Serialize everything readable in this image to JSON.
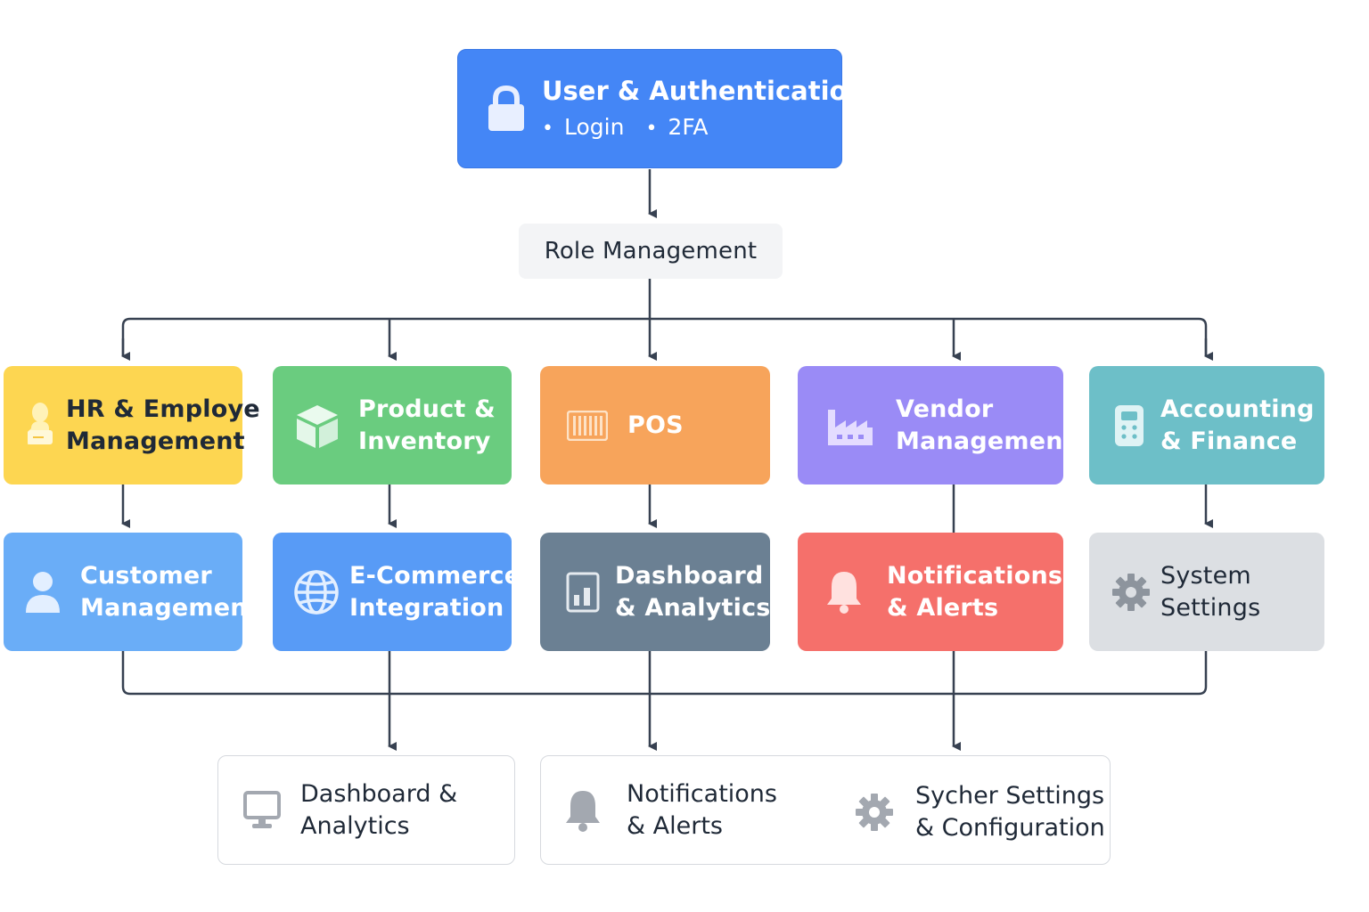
{
  "top": {
    "title": "User & Authentication",
    "bullets": [
      "Login",
      "2FA"
    ],
    "bullet_glyph": "•"
  },
  "role": {
    "label": "Role Management"
  },
  "modules_row1": [
    {
      "id": "hr",
      "lines": [
        "HR & Employe",
        "Management"
      ],
      "icon": "employee-icon",
      "color": "#fdd651"
    },
    {
      "id": "product",
      "lines": [
        "Product &",
        "Inventory"
      ],
      "icon": "box-icon",
      "color": "#6acc7f"
    },
    {
      "id": "pos",
      "lines": [
        "POS"
      ],
      "icon": "barcode-icon",
      "color": "#f7a45b"
    },
    {
      "id": "vendor",
      "lines": [
        "Vendor",
        "Management"
      ],
      "icon": "factory-icon",
      "color": "#9a8bf6"
    },
    {
      "id": "accounting",
      "lines": [
        "Accounting",
        "& Finance"
      ],
      "icon": "calculator-icon",
      "color": "#6dbfc8"
    }
  ],
  "modules_row2": [
    {
      "id": "customer",
      "lines": [
        "Customer",
        "Management"
      ],
      "icon": "user-icon",
      "color": "#6aadf7"
    },
    {
      "id": "ecommerce",
      "lines": [
        "E-Commerce",
        "Integration"
      ],
      "icon": "globe-icon",
      "color": "#589bf6"
    },
    {
      "id": "dash",
      "lines": [
        "Dashboard",
        "& Analytics"
      ],
      "icon": "chart-icon",
      "color": "#6b8093"
    },
    {
      "id": "notif",
      "lines": [
        "Notifications",
        "& Alerts"
      ],
      "icon": "bell-icon",
      "color": "#f5706b"
    },
    {
      "id": "settings",
      "lines": [
        "System",
        "Settings"
      ],
      "icon": "gear-icon",
      "color": "#dcdfe3"
    }
  ],
  "bottom": {
    "dashboard": {
      "lines": [
        "Dashboard &",
        "Analytics"
      ],
      "icon": "monitor-icon"
    },
    "notifications": {
      "lines": [
        "Notifications",
        "& Alerts"
      ],
      "icon": "bell-icon"
    },
    "settings": {
      "lines": [
        "Sycher Settings",
        "& Configuration"
      ],
      "icon": "gear-icon"
    }
  },
  "colors": {
    "connector": "#374151",
    "auth": "#4486f6",
    "role_bg": "#f3f4f6",
    "bottom_border": "#d6d9de"
  }
}
